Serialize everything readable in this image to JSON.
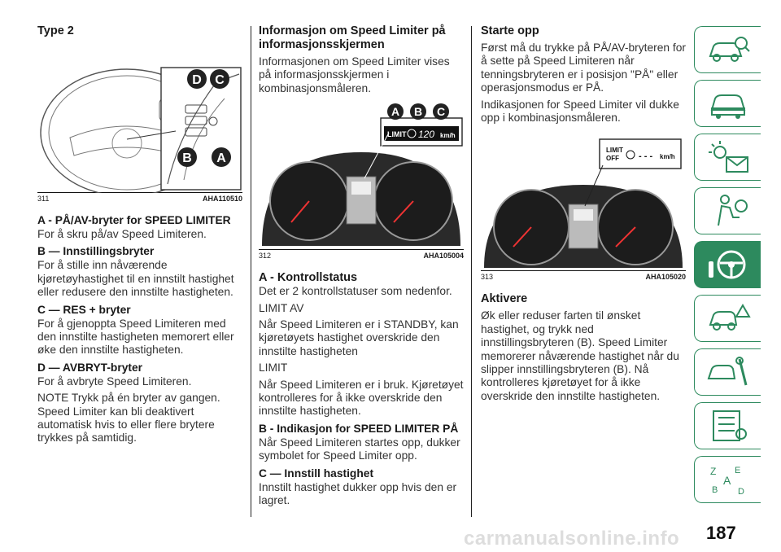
{
  "col1": {
    "heading": "Type 2",
    "figure": {
      "number": "311",
      "code": "AHA110510",
      "callouts": [
        "D",
        "C",
        "B",
        "A"
      ]
    },
    "sections": [
      {
        "title": "A - PÅ/AV-bryter for SPEED LIMITER",
        "text": "For å skru på/av Speed Limiteren."
      },
      {
        "title": "B — Innstillingsbryter",
        "text": "For å stille inn nåværende kjøretøyhastighet til en innstilt hastighet eller redusere den innstilte hastigheten."
      },
      {
        "title": "C — RES + bryter",
        "text": "For å gjenoppta Speed Limiteren med den innstilte hastigheten memorert eller øke den innstilte hastigheten."
      },
      {
        "title": "D — AVBRYT-bryter",
        "text": "For å avbryte Speed Limiteren."
      }
    ],
    "note": "NOTE Trykk på én bryter av gangen. Speed Limiter kan bli deaktivert automatisk hvis to eller flere brytere trykkes på samtidig."
  },
  "col2": {
    "heading": "Informasjon om Speed Limiter på informasjonsskjermen",
    "intro": "Informasjonen om Speed Limiter vises på informasjonsskjermen i kombinasjonsmåleren.",
    "figure": {
      "number": "312",
      "code": "AHA105004",
      "callouts": [
        "A",
        "B",
        "C"
      ],
      "display_label": "LIMIT",
      "display_speed": "120",
      "display_unit": "km/h"
    },
    "section_a_title": "A - Kontrollstatus",
    "section_a_text": "Det er 2 kontrollstatuser som nedenfor.",
    "status1_label": "LIMIT AV",
    "status1_text": "Når Speed Limiteren er i STANDBY, kan kjøretøyets hastighet overskride den innstilte hastigheten",
    "status2_label": "LIMIT",
    "status2_text": "Når Speed Limiteren er i bruk. Kjøretøyet kontrolleres for å ikke overskride den innstilte hastigheten.",
    "section_b_title": "B - Indikasjon for SPEED LIMITER PÅ",
    "section_b_text": "Når Speed Limiteren startes opp, dukker symbolet for Speed Limiter opp.",
    "section_c_title": "C — Innstill hastighet",
    "section_c_text": "Innstilt hastighet dukker opp hvis den er lagret."
  },
  "col3": {
    "heading": "Starte opp",
    "p1": "Først må du trykke på PÅ/AV-bryteren for å sette på Speed Limiteren når tenningsbryteren er i posisjon \"PÅ\" eller operasjonsmodus er PÅ.",
    "p2": "Indikasjonen for Speed Limiter vil dukke opp i kombinasjonsmåleren.",
    "figure": {
      "number": "313",
      "code": "AHA105020",
      "display_label": "LIMIT",
      "display_label2": "OFF",
      "display_speed": "- - -",
      "display_unit": "km/h"
    },
    "heading2": "Aktivere",
    "p3": "Øk eller reduser farten til ønsket hastighet, og trykk ned innstillingsbryteren (B). Speed Limiter memorerer nåværende hastighet når du slipper innstillingsbryteren (B). Nå kontrolleres kjøretøyet for å ikke overskride den innstilte hastigheten."
  },
  "page_number": "187",
  "watermark": "carmanualsonline.info",
  "colors": {
    "accent": "#2d8a5e",
    "text": "#333333",
    "callout": "#222222"
  }
}
